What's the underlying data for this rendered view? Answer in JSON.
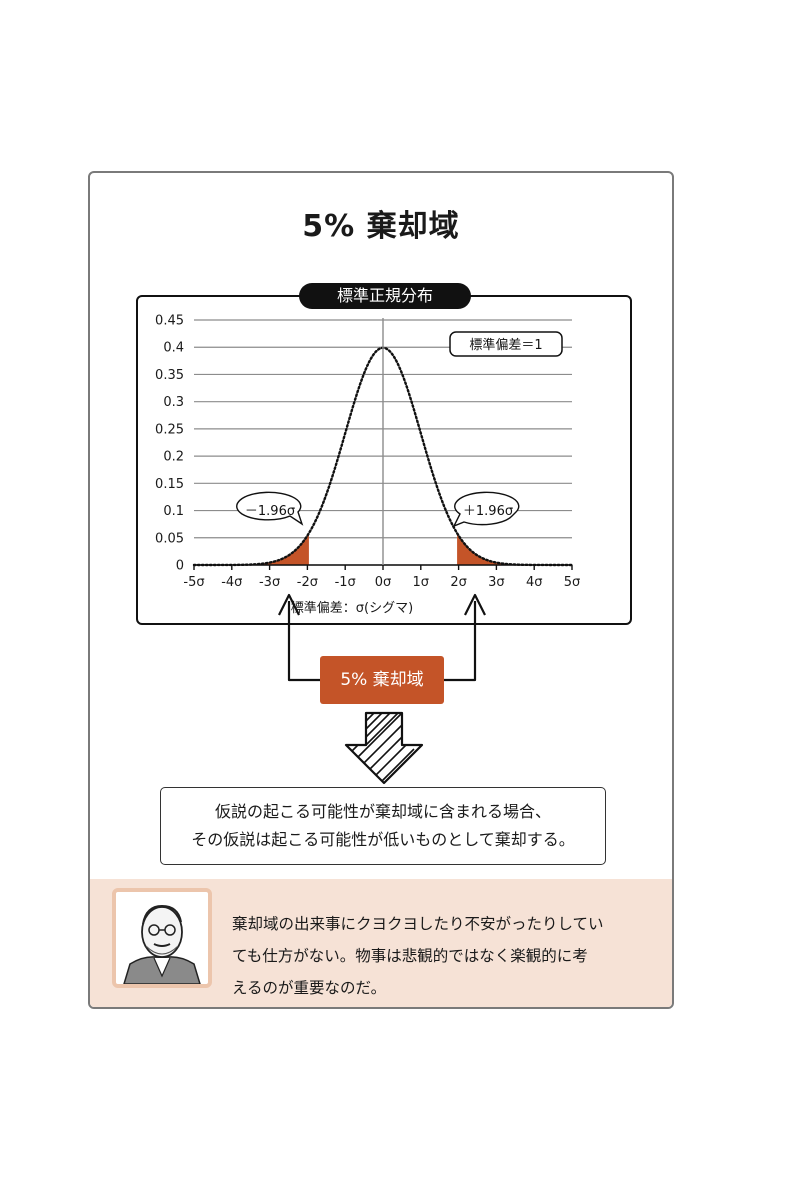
{
  "title": "5% 棄却域",
  "chart_title": "標準正規分布",
  "sd_label": "標準偏差＝1",
  "callout_left": "－1.96σ",
  "callout_right": "＋1.96σ",
  "reject_label": "5% 棄却域",
  "conclusion_line1": "仮説の起こる可能性が棄却域に含まれる場合、",
  "conclusion_line2": "その仮説は起こる可能性が低いものとして棄却する。",
  "comment_line1": "棄却域の出来事にクヨクヨしたり不安がったりしてい",
  "comment_line2": "ても仕方がない。物事は悲観的ではなく楽観的に考",
  "comment_line3": "えるのが重要なのだ。",
  "colors": {
    "reject": "#c45428",
    "footer": "#f6e2d6",
    "frame": "#111111"
  },
  "chart_data": {
    "type": "line",
    "title": "標準正規分布",
    "xlabel": "標準偏差：σ(シグマ)",
    "ylabel": "",
    "xlim": [
      -5,
      5
    ],
    "ylim": [
      0,
      0.45
    ],
    "x_tick_labels": [
      "-5σ",
      "-4σ",
      "-3σ",
      "-2σ",
      "-1σ",
      "0σ",
      "1σ",
      "2σ",
      "3σ",
      "4σ",
      "5σ"
    ],
    "y_ticks": [
      0,
      0.05,
      0.1,
      0.15,
      0.2,
      0.25,
      0.3,
      0.35,
      0.4,
      0.45
    ],
    "y_tick_labels": [
      "0",
      "0.05",
      "0.1",
      "0.15",
      "0.2",
      "0.25",
      "0.3",
      "0.35",
      "0.4",
      "0.45"
    ],
    "series": [
      {
        "mean": 0,
        "sd": 1,
        "style": "dotted"
      }
    ],
    "shaded_regions": [
      {
        "from": -5,
        "to": -1.96
      },
      {
        "from": 1.96,
        "to": 5
      }
    ],
    "annotations": [
      "－1.96σ",
      "＋1.96σ",
      "標準偏差＝1"
    ],
    "grid": true
  }
}
